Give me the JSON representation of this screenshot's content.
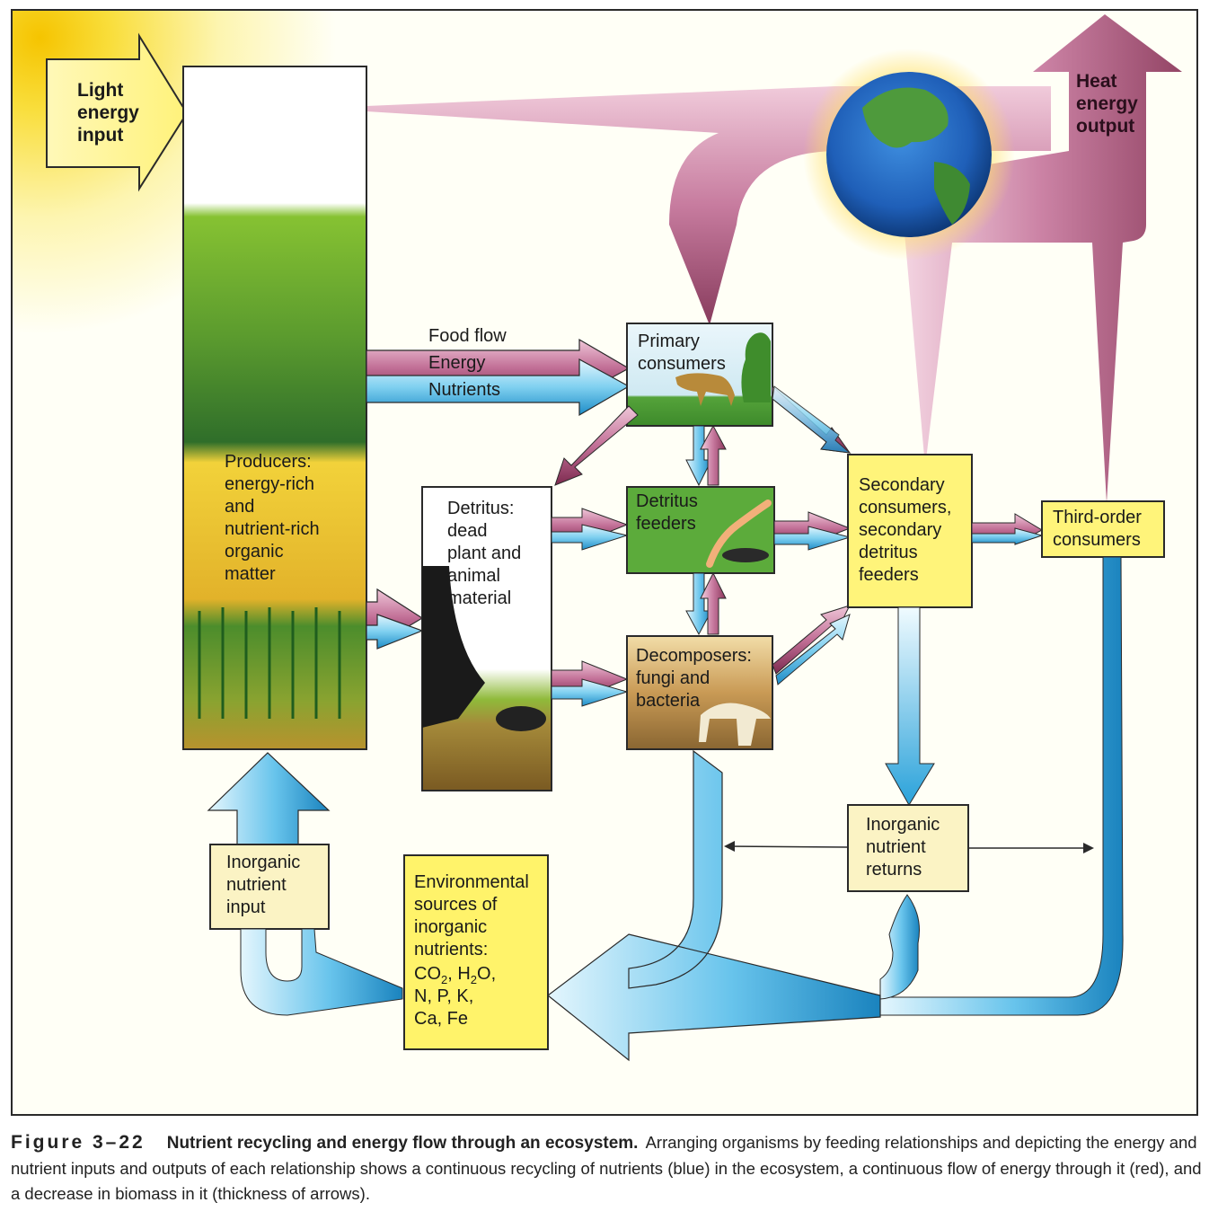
{
  "labels": {
    "light_input": "Light\nenergy\ninput",
    "heat_output": "Heat\nenergy\noutput",
    "food_flow": "Food flow",
    "energy": "Energy",
    "nutrients": "Nutrients",
    "primary_consumers": "Primary\nconsumers",
    "producers": "Producers:\nenergy-rich\nand\nnutrient-rich\norganic\nmatter",
    "detritus": "Detritus:\ndead\nplant and\nanimal\nmaterial",
    "detritus_feeders": "Detritus\nfeeders",
    "decomposers": "Decomposers:\nfungi and\nbacteria",
    "secondary_consumers": "Secondary\nconsumers,\nsecondary\ndetritus\nfeeders",
    "third_order": "Third-order\nconsumers",
    "inorganic_returns": "Inorganic\nnutrient\nreturns",
    "inorganic_input": "Inorganic\nnutrient\ninput",
    "environmental_sources": "Environmental\nsources of\ninorganic\nnutrients:",
    "env_formula_co2": "CO",
    "env_formula_sub2": "2",
    "env_formula_sep": ", H",
    "env_formula_h2o_sub": "2",
    "env_formula_o": "O,",
    "env_npk": "N, P, K,",
    "env_cafe": "Ca, Fe"
  },
  "caption": {
    "figure_number": "Figure 3–22",
    "title": "Nutrient recycling and energy flow through an ecosystem.",
    "text": "Arranging organisms by feeding relationships and depicting the energy and nutrient inputs and outputs of each relationship shows a continuous recycling of nutrients (blue) in the ecosystem, a continuous flow of energy through it (red), and a decrease in biomass in it (thickness of arrows)."
  },
  "colors": {
    "energy": "#a0456d",
    "nutrients": "#2fa6dd",
    "box_yellow": "#fff36a",
    "box_cream": "#fbf3c4"
  }
}
